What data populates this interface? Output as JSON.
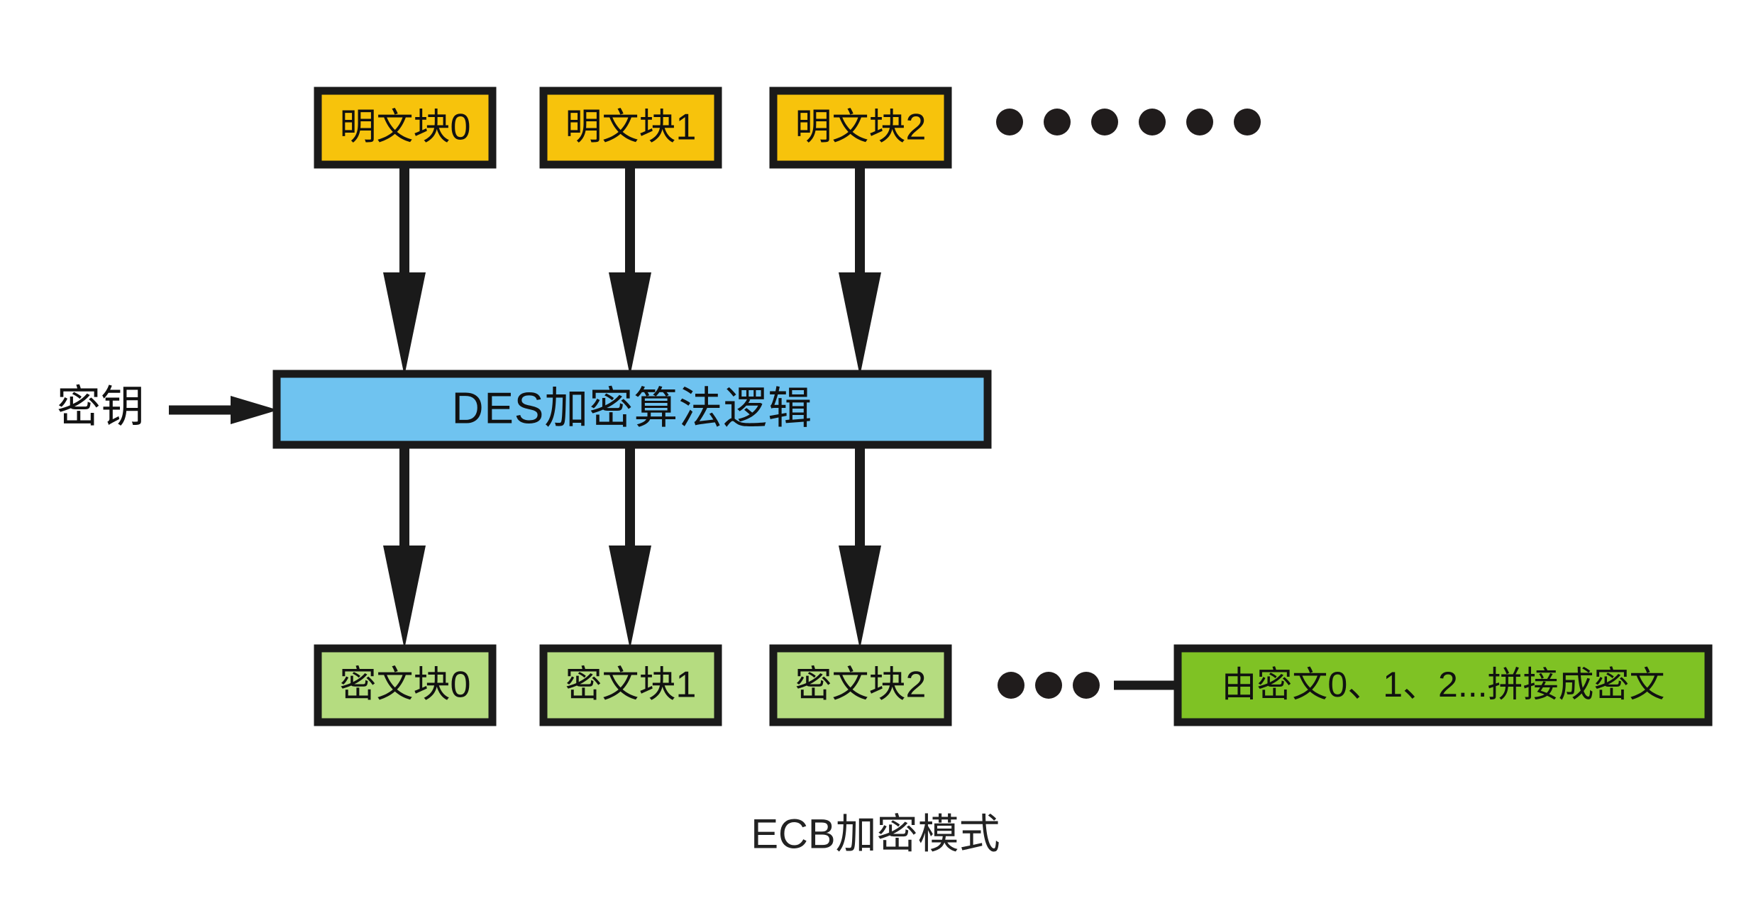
{
  "diagram": {
    "caption": "ECB加密模式",
    "key_label": "密钥",
    "des_box": {
      "label": "DES加密算法逻辑",
      "fill": "#6FC3F0",
      "stroke": "#1a1a1a"
    },
    "plaintext_blocks": [
      {
        "label": "明文块0",
        "fill": "#F7C30C"
      },
      {
        "label": "明文块1",
        "fill": "#F7C30C"
      },
      {
        "label": "明文块2",
        "fill": "#F7C30C"
      }
    ],
    "ciphertext_blocks": [
      {
        "label": "密文块0",
        "fill": "#B5DC80"
      },
      {
        "label": "密文块1",
        "fill": "#B5DC80"
      },
      {
        "label": "密文块2",
        "fill": "#B5DC80"
      }
    ],
    "result_box": {
      "label": "由密文0、1、2...拼接成密文",
      "fill": "#7FC224"
    },
    "top_ellipsis": {
      "name": "six-dot-ellipsis",
      "count": 6
    },
    "bottom_ellipsis": {
      "name": "three-dot-ellipsis",
      "count": 3
    },
    "colors": {
      "plaintext": "#F7C30C",
      "ciphertext": "#B5DC80",
      "result": "#7FC224",
      "des": "#6FC3F0",
      "outline": "#1a1a1a",
      "background": "#ffffff"
    }
  }
}
